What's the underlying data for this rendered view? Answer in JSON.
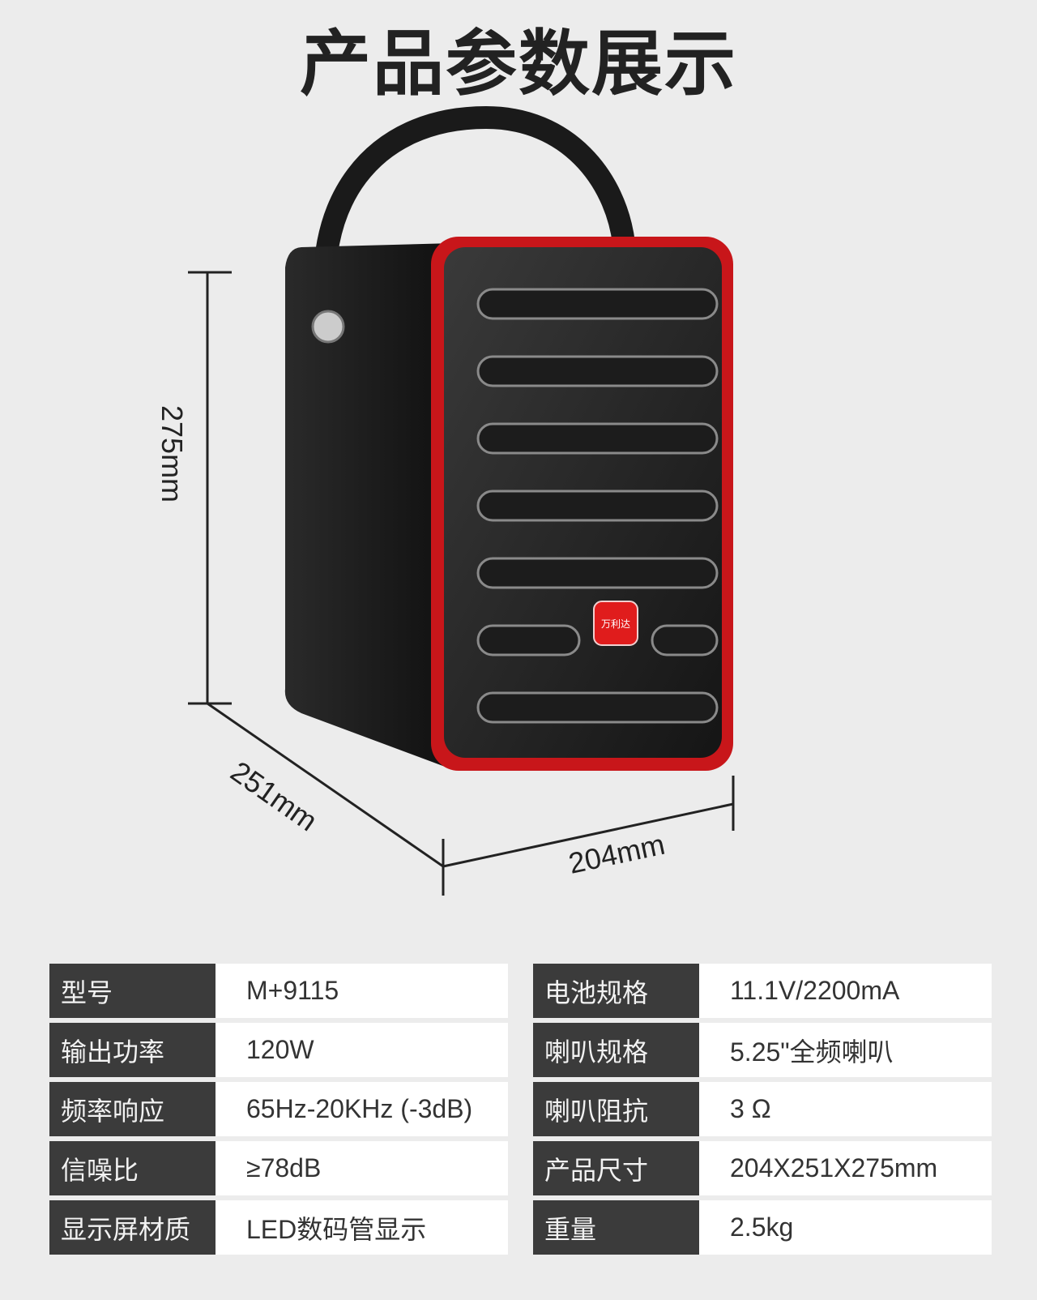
{
  "title": "产品参数展示",
  "logo_text": "万利达",
  "dimensions": {
    "height": "275mm",
    "depth": "251mm",
    "width": "204mm"
  },
  "specs_left": [
    {
      "label": "型号",
      "value": "M+9115"
    },
    {
      "label": "输出功率",
      "value": "120W"
    },
    {
      "label": "频率响应",
      "value": "65Hz-20KHz (-3dB)"
    },
    {
      "label": "信噪比",
      "value": "≥78dB"
    },
    {
      "label": "显示屏材质",
      "value": "LED数码管显示"
    }
  ],
  "specs_right": [
    {
      "label": "电池规格",
      "value": "11.1V/2200mA"
    },
    {
      "label": "喇叭规格",
      "value": "5.25\"全频喇叭"
    },
    {
      "label": "喇叭阻抗",
      "value": "3 Ω"
    },
    {
      "label": "产品尺寸",
      "value": "204X251X275mm"
    },
    {
      "label": "重量",
      "value": "2.5kg"
    }
  ],
  "colors": {
    "accent": "#d21a1a",
    "body": "#1e1e1e",
    "label_bg": "#3b3b3b"
  }
}
